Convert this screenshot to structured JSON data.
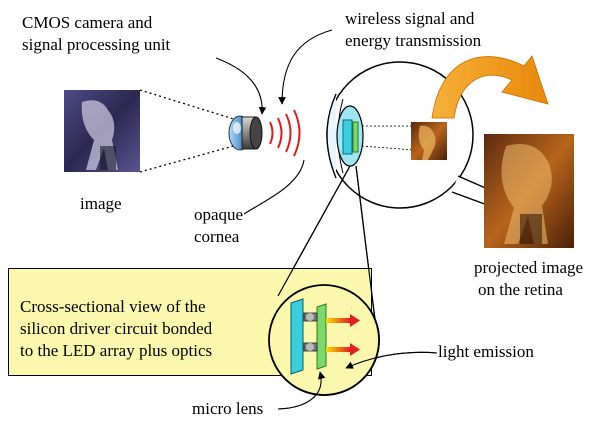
{
  "labels": {
    "camera_line1": "CMOS camera and",
    "camera_line2": "signal processing unit",
    "wireless_line1": "wireless signal and",
    "wireless_line2": "energy transmission",
    "image": "image",
    "opaque_line1": "opaque",
    "opaque_line2": "cornea",
    "projected_line1": "projected image",
    "projected_line2": "on the retina",
    "cross_line1": "Cross-sectional view of the",
    "cross_line2": "silicon driver circuit bonded",
    "cross_line3": "to the LED array plus optics",
    "light_emission": "light emission",
    "micro_lens": "micro lens"
  },
  "colors": {
    "box_fill": "#fbf7ad",
    "arrow_orange": "#f39a12",
    "signal_red": "#e21a1a",
    "implant_cyan": "#38d0e0",
    "implant_green": "#7fd86a",
    "photo_dark": "#3a3460",
    "retina_photo": "#b05a18"
  }
}
